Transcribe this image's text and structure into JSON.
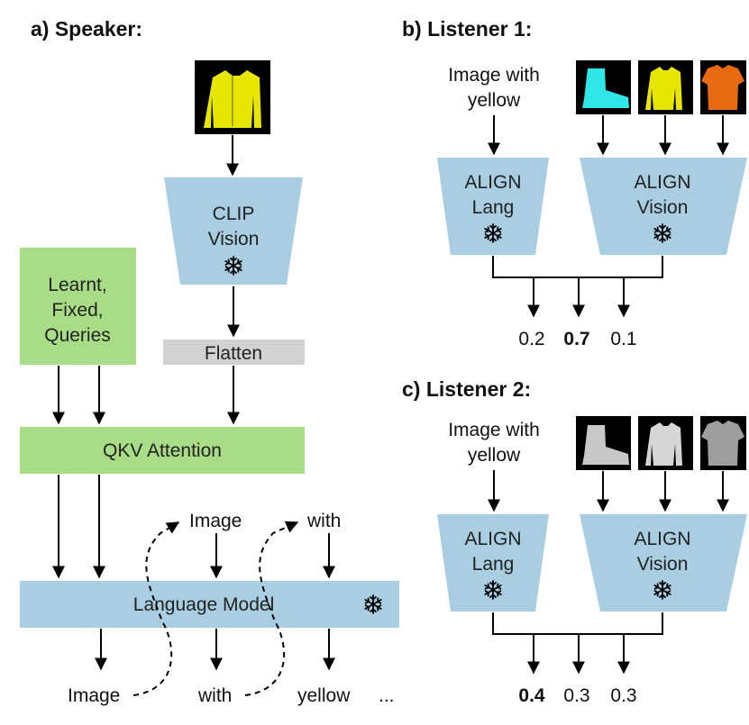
{
  "colors": {
    "vision_blue": "#a9cde1",
    "query_green": "#a9dc87",
    "flatten_grey": "#d2d2d2",
    "arrow": "#000000",
    "yellow_item": "#e6e600",
    "cyan_item": "#2ee6e6",
    "orange_item": "#e86a12",
    "grey_item": "#bdbdbd"
  },
  "speaker": {
    "heading": "a) Speaker:",
    "encoder": [
      "CLIP",
      "Vision"
    ],
    "queries": [
      "Learnt,",
      "Fixed,",
      "Queries"
    ],
    "flatten": "Flatten",
    "attention": "QKV Attention",
    "language_model": "Language Model",
    "input_tokens": [
      "Image",
      "with"
    ],
    "output_tokens": [
      "Image",
      "with",
      "yellow",
      "..."
    ],
    "frozen_icon": "snowflake-icon"
  },
  "listener1": {
    "heading": "b) Listener 1:",
    "prompt": [
      "Image with",
      "yellow"
    ],
    "lang_encoder": [
      "ALIGN",
      "Lang"
    ],
    "vision_encoder": [
      "ALIGN",
      "Vision"
    ],
    "images": [
      "cyan-boot-image",
      "yellow-jacket-image",
      "orange-shirt-image"
    ],
    "scores": [
      "0.2",
      "0.7",
      "0.1"
    ],
    "best_index": 1
  },
  "listener2": {
    "heading": "c) Listener 2:",
    "prompt": [
      "Image with",
      "yellow"
    ],
    "lang_encoder": [
      "ALIGN",
      "Lang"
    ],
    "vision_encoder": [
      "ALIGN",
      "Vision"
    ],
    "images": [
      "grey-boot-image",
      "grey-jacket-image",
      "grey-shirt-image"
    ],
    "scores": [
      "0.4",
      "0.3",
      "0.3"
    ],
    "best_index": 0
  }
}
